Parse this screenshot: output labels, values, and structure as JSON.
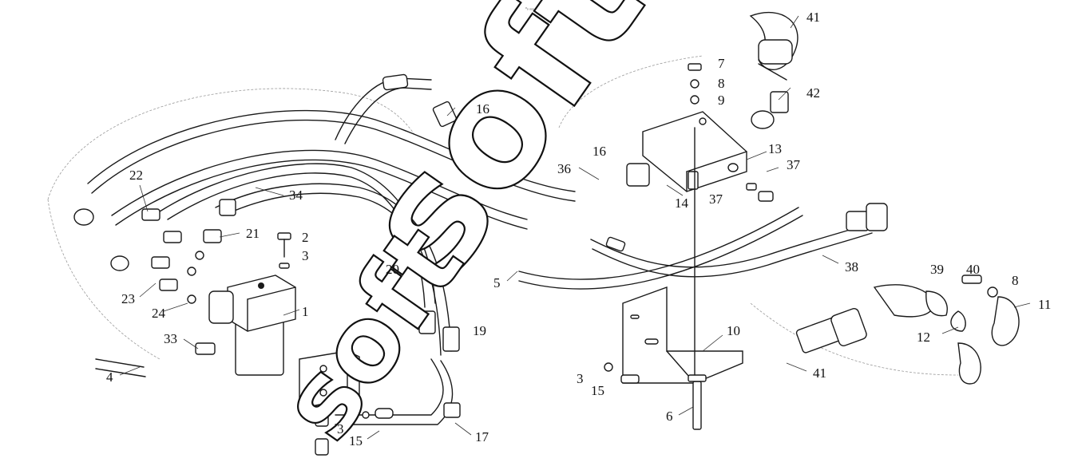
{
  "diagram": {
    "header_mark": "ᵒₒ ₒₒₒ",
    "watermark": "soft",
    "callouts": [
      "41",
      "7",
      "8",
      "9",
      "42",
      "16",
      "13",
      "37",
      "36",
      "16",
      "14",
      "37",
      "22",
      "34",
      "21",
      "2",
      "3",
      "38",
      "39",
      "40",
      "8",
      "11",
      "20",
      "5",
      "23",
      "24",
      "1",
      "19",
      "10",
      "12",
      "33",
      "3",
      "15",
      "41",
      "4",
      "6",
      "3",
      "15",
      "17"
    ]
  }
}
